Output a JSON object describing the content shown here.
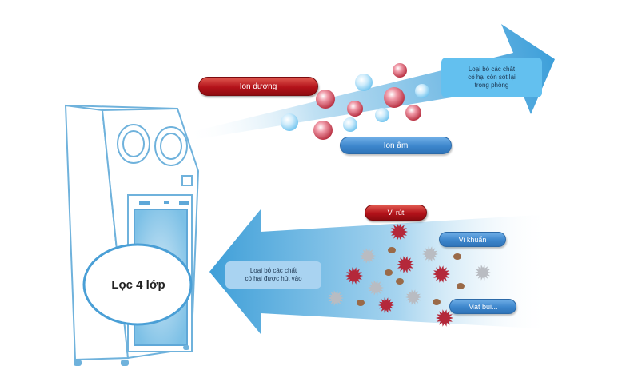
{
  "labels": {
    "positive_ion": "Ion dương",
    "negative_ion": "Ion âm",
    "virus": "Vi rút",
    "bacteria": "Vi khuẩn",
    "dust": "Mat bui...",
    "filter": "Lọc 4 lớp"
  },
  "notes": {
    "out_lines": [
      "Loại bỏ các chất",
      "có hại còn sót lại",
      "trong phòng"
    ],
    "in_lines": [
      "Loại bỏ các chất",
      "có hại được hút vào"
    ]
  },
  "colors": {
    "arrow_blue": "#4ba6dc",
    "pill_red": "#b3121a",
    "pill_blue": "#3d86cc",
    "particle_red": "#b4283a",
    "particle_dust": "#9a6a48",
    "purifier_outline": "#6fb2dc"
  }
}
